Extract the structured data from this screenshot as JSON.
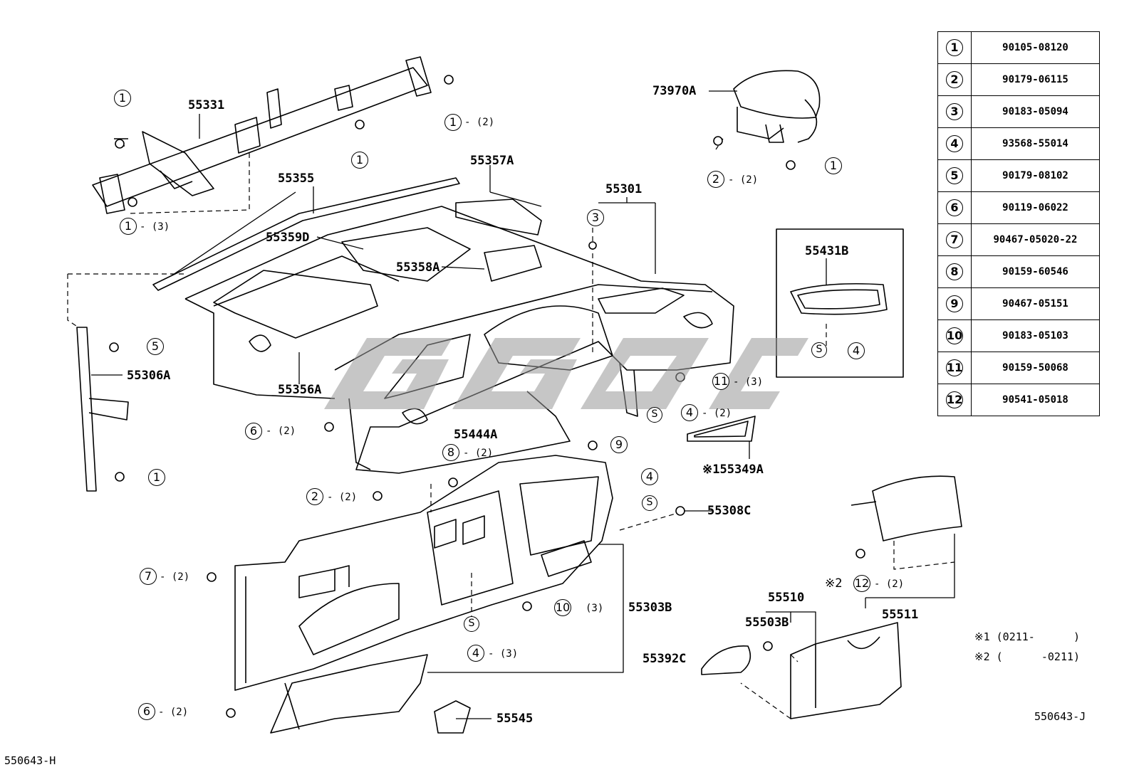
{
  "diagram_id_bottom_left": "550643-H",
  "diagram_id_bottom_right": "550643-J",
  "parts_table": [
    {
      "ref": "1",
      "part": "90105-08120"
    },
    {
      "ref": "2",
      "part": "90179-06115"
    },
    {
      "ref": "3",
      "part": "90183-05094"
    },
    {
      "ref": "4",
      "part": "93568-55014"
    },
    {
      "ref": "5",
      "part": "90179-08102"
    },
    {
      "ref": "6",
      "part": "90119-06022"
    },
    {
      "ref": "7",
      "part": "90467-05020-22"
    },
    {
      "ref": "8",
      "part": "90159-60546"
    },
    {
      "ref": "9",
      "part": "90467-05151"
    },
    {
      "ref": "10",
      "part": "90183-05103"
    },
    {
      "ref": "11",
      "part": "90159-50068"
    },
    {
      "ref": "12",
      "part": "90541-05018"
    }
  ],
  "labels": {
    "p55331": "55331",
    "p55355": "55355",
    "p55357A": "55357A",
    "p55301": "55301",
    "p55359D": "55359D",
    "p55358A": "55358A",
    "p55306A": "55306A",
    "p55356A": "55356A",
    "p73970A": "73970A",
    "p55431B": "55431B",
    "p55444A": "55444A",
    "p155349A": "※155349A",
    "p55308C": "55308C",
    "p55303B": "55303B",
    "p55510": "55510",
    "p55503B": "55503B",
    "p55392C": "55392C",
    "p55511": "55511",
    "p55545": "55545"
  },
  "callouts": {
    "c1_left_top": "1",
    "c1_left_bottom": "1",
    "c1_left_bottom_qty": "- (3)",
    "c1_right": "1",
    "c1_right_qty": "- (2)",
    "c1_mid": "1",
    "c2_airbag": "2",
    "c2_airbag_qty": "- (2)",
    "c1_airbag": "1",
    "c3": "3",
    "c5": "5",
    "c1_brace": "1",
    "s_box": "S",
    "c4_box": "4",
    "c11": "11",
    "c11_qty": "- (3)",
    "s_mid": "S",
    "c4_mid": "4",
    "c4_mid_qty": "- (2)",
    "c6_top": "6",
    "c6_top_qty": "- (2)",
    "c8": "8",
    "c8_qty": "- (2)",
    "c9": "9",
    "c4_right": "4",
    "s_right": "S",
    "c2_lower": "2",
    "c2_lower_qty": "- (2)",
    "c7": "7",
    "c7_qty": "- (2)",
    "c10": "10",
    "c10_qty": "(3)",
    "s_low": "S",
    "c4_low": "4",
    "c4_low_qty": "- (3)",
    "c6_bottom": "6",
    "c6_bottom_qty": "- (2)",
    "c12_prefix": "※2",
    "c12": "12",
    "c12_qty": "- (2)"
  },
  "notes": {
    "note1": "※1 (0211-      )",
    "note2": "※2 (      -0211)"
  },
  "watermark": "ggoc"
}
